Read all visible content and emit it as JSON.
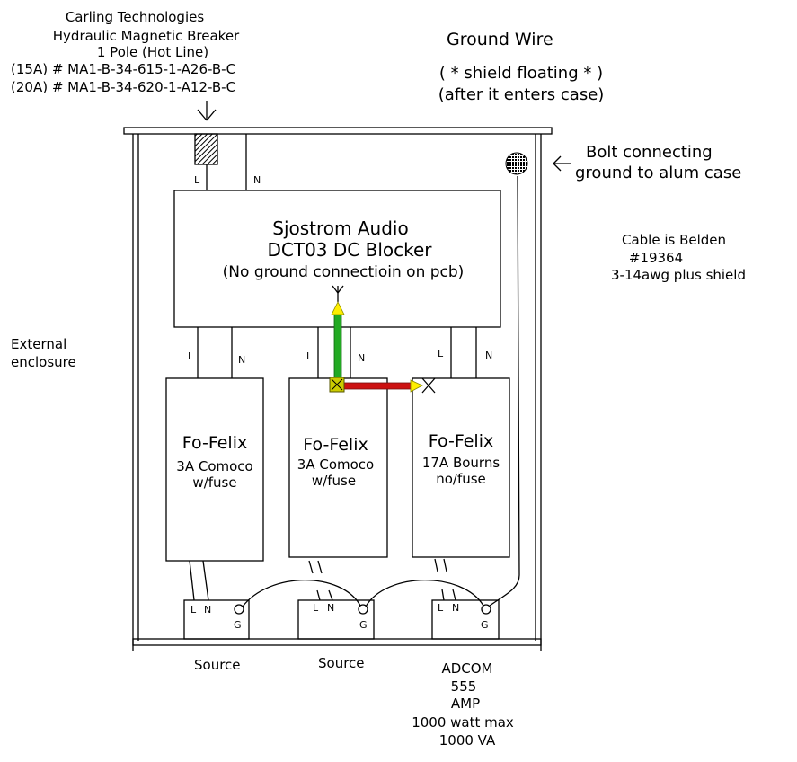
{
  "breaker": {
    "lines": [
      "Carling Technologies",
      "Hydraulic Magnetic Breaker",
      "1 Pole (Hot Line)",
      "(15A) # MA1-B-34-615-1-A26-B-C",
      "(20A) # MA1-B-34-620-1-A12-B-C"
    ]
  },
  "ground_wire": {
    "title": "Ground Wire",
    "note1": "( * shield floating * )",
    "note2": "(after it enters case)"
  },
  "bolt_note": {
    "line1": "Bolt connecting",
    "line2": "ground to alum case"
  },
  "cable_note": {
    "line1": "Cable is Belden",
    "line2": "#19364",
    "line3": "3-14awg plus shield"
  },
  "enclosure_label": {
    "line1": "External",
    "line2": "enclosure"
  },
  "blocker": {
    "line1": "Sjostrom Audio",
    "line2": "DCT03 DC Blocker",
    "line3": "(No ground connectioin on pcb)"
  },
  "terminals": {
    "L": "L",
    "N": "N",
    "G": "G"
  },
  "filters": [
    {
      "name": "Fo-Felix",
      "line1": "3A Comoco",
      "line2": "w/fuse"
    },
    {
      "name": "Fo-Felix",
      "line1": "3A Comoco",
      "line2": "w/fuse"
    },
    {
      "name": "Fo-Felix",
      "line1": "17A Bourns",
      "line2": "no/fuse"
    }
  ],
  "outlets": [
    {
      "label": "Source"
    },
    {
      "label": "Source"
    },
    {
      "label_lines": [
        "ADCOM",
        "555",
        "AMP",
        "1000 watt max",
        "1000 VA"
      ]
    }
  ],
  "colors": {
    "line": "#000000",
    "axis_y": "#22aa22",
    "axis_x": "#cc1111",
    "arrow_tip": "#ffee00",
    "origin_box": "#cccc00",
    "hatch": "#000000"
  }
}
